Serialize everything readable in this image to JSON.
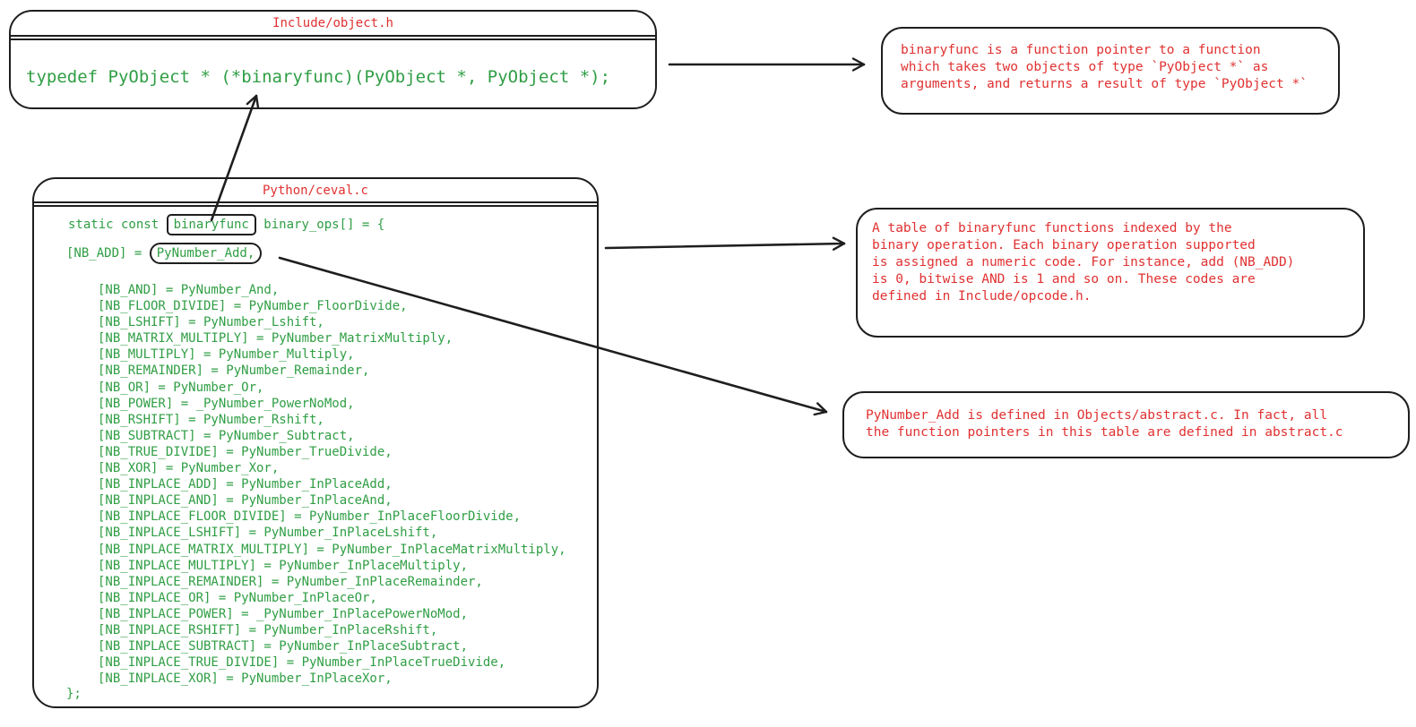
{
  "colors": {
    "ink": "#1e1e1e",
    "red": "#e03131",
    "green": "#2f9e44",
    "background": "#ffffff"
  },
  "object_h": {
    "title": "Include/object.h",
    "code": "typedef PyObject * (*binaryfunc)(PyObject *, PyObject *);"
  },
  "ceval": {
    "title": "Python/ceval.c",
    "decl": {
      "prefix": "static const ",
      "boxed": "binaryfunc",
      "suffix": " binary_ops[] = {"
    },
    "nb_add": {
      "prefix": "[NB_ADD] = ",
      "boxed": "PyNumber_Add,"
    },
    "entries": [
      "[NB_AND] = PyNumber_And,",
      "[NB_FLOOR_DIVIDE] = PyNumber_FloorDivide,",
      "[NB_LSHIFT] = PyNumber_Lshift,",
      "[NB_MATRIX_MULTIPLY] = PyNumber_MatrixMultiply,",
      "[NB_MULTIPLY] = PyNumber_Multiply,",
      "[NB_REMAINDER] = PyNumber_Remainder,",
      "[NB_OR] = PyNumber_Or,",
      "[NB_POWER] = _PyNumber_PowerNoMod,",
      "[NB_RSHIFT] = PyNumber_Rshift,",
      "[NB_SUBTRACT] = PyNumber_Subtract,",
      "[NB_TRUE_DIVIDE] = PyNumber_TrueDivide,",
      "[NB_XOR] = PyNumber_Xor,",
      "[NB_INPLACE_ADD] = PyNumber_InPlaceAdd,",
      "[NB_INPLACE_AND] = PyNumber_InPlaceAnd,",
      "[NB_INPLACE_FLOOR_DIVIDE] = PyNumber_InPlaceFloorDivide,",
      "[NB_INPLACE_LSHIFT] = PyNumber_InPlaceLshift,",
      "[NB_INPLACE_MATRIX_MULTIPLY] = PyNumber_InPlaceMatrixMultiply,",
      "[NB_INPLACE_MULTIPLY] = PyNumber_InPlaceMultiply,",
      "[NB_INPLACE_REMAINDER] = PyNumber_InPlaceRemainder,",
      "[NB_INPLACE_OR] = PyNumber_InPlaceOr,",
      "[NB_INPLACE_POWER] = _PyNumber_InPlacePowerNoMod,",
      "[NB_INPLACE_RSHIFT] = PyNumber_InPlaceRshift,",
      "[NB_INPLACE_SUBTRACT] = PyNumber_InPlaceSubtract,",
      "[NB_INPLACE_TRUE_DIVIDE] = PyNumber_InPlaceTrueDivide,",
      "[NB_INPLACE_XOR] = PyNumber_InPlaceXor,"
    ],
    "closing": "};"
  },
  "notes": {
    "binaryfunc": [
      "binaryfunc is a function pointer to a function",
      "which takes two objects of type `PyObject *` as",
      "arguments, and returns a result of type `PyObject *`"
    ],
    "table": [
      "A table of binaryfunc functions indexed by the",
      "binary operation. Each binary operation supported",
      "is assigned a numeric code. For instance, add (NB_ADD)",
      "is 0, bitwise AND is 1 and so on. These codes are",
      "defined in Include/opcode.h."
    ],
    "pynumber_add": [
      "PyNumber_Add is defined in Objects/abstract.c. In fact, all",
      "the function pointers in this table are defined in abstract.c"
    ]
  }
}
